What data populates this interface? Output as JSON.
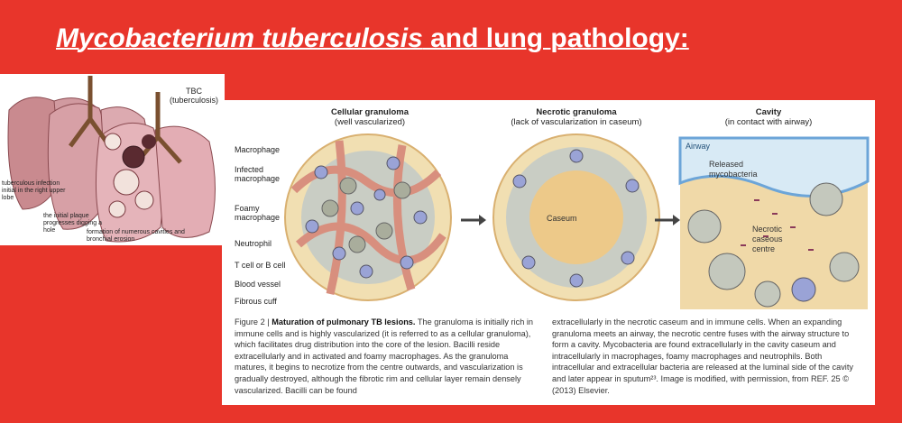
{
  "slide": {
    "title_italic": "Mycobacterium tuberculosis",
    "title_rest": " and lung pathology",
    "title_colon": ":"
  },
  "tbc": {
    "title_1": "TBC",
    "title_2": "(tuberculosis)",
    "label_1": "tuberculous infection initial in the right upper lobe",
    "label_2": "the initial plaque progresses digging a hole",
    "label_3": "formation of numerous cavities and bronchial erosion"
  },
  "figure": {
    "panel1_title": "Cellular granuloma",
    "panel1_sub": "(well vascularized)",
    "panel2_title": "Necrotic granuloma",
    "panel2_sub": "(lack of vascularization in caseum)",
    "panel3_title": "Cavity",
    "panel3_sub": "(in contact with airway)",
    "labels": [
      "Macrophage",
      "Infected macrophage",
      "Foamy macrophage",
      "Neutrophil",
      "T cell or B cell",
      "Blood vessel",
      "Fibrous cuff"
    ],
    "caseum": "Caseum",
    "airway": "Airway",
    "released": "Released mycobacteria",
    "necrotic_centre": "Necrotic caseous centre"
  },
  "caption": {
    "fig_label": "Figure 2 | ",
    "fig_title": "Maturation of pulmonary TB lesions.",
    "left_text": " The granuloma is initially rich in immune cells and is highly vascularized (it is referred to as a cellular granuloma), which facilitates drug distribution into the core of the lesion. Bacilli reside extracellularly and in activated and foamy macrophages. As the granuloma matures, it begins to necrotize from the centre outwards, and vascularization is gradually destroyed, although the fibrotic rim and cellular layer remain densely vascularized. Bacilli can be found",
    "right_text": "extracellularly in the necrotic caseum and in immune cells. When an expanding granuloma meets an airway, the necrotic centre fuses with the airway structure to form a cavity. Mycobacteria are found extracellularly in the cavity caseum and intracellularly in macrophages, foamy macrophages and neutrophils. Both intracellular and extracellular bacteria are released at the luminal side of the cavity and later appear in sputum²³. Image is modified, with permission, from REF. 25 © (2013) Elsevier."
  }
}
